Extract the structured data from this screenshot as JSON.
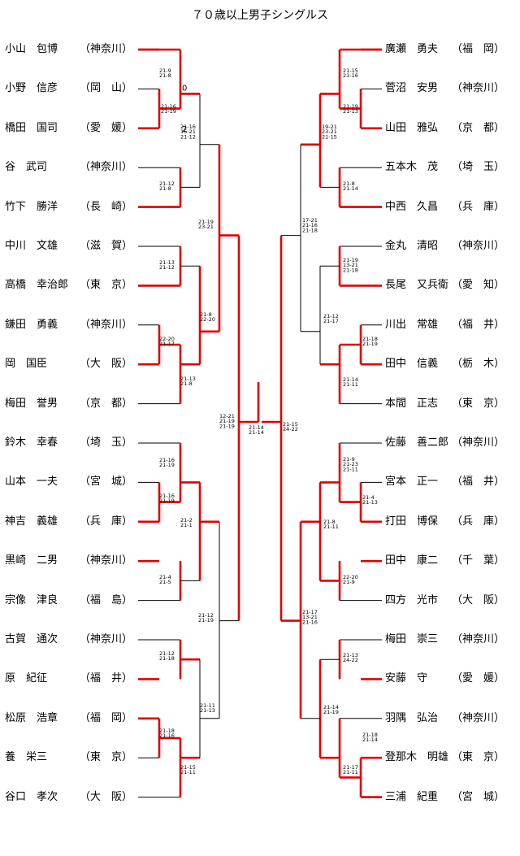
{
  "title": "７０歳以上男子シングルス",
  "left": [
    {
      "name": "小山　包博",
      "pref": "（神奈川）"
    },
    {
      "name": "小野　信彦",
      "pref": "（岡　山）"
    },
    {
      "name": "橋田　国司",
      "pref": "（愛　媛）"
    },
    {
      "name": "谷　武司",
      "pref": "（神奈川）"
    },
    {
      "name": "竹下　勝洋",
      "pref": "（長　崎）"
    },
    {
      "name": "中川　文雄",
      "pref": "（滋　賀）"
    },
    {
      "name": "高橋　幸治郎",
      "pref": "（東　京）"
    },
    {
      "name": "鎌田　勇義",
      "pref": "（神奈川）"
    },
    {
      "name": "岡　国臣",
      "pref": "（大　阪）"
    },
    {
      "name": "梅田　誉男",
      "pref": "（京　都）"
    },
    {
      "name": "鈴木　幸春",
      "pref": "（埼　玉）"
    },
    {
      "name": "山本　一夫",
      "pref": "（宮　城）"
    },
    {
      "name": "神吉　義雄",
      "pref": "（兵　庫）"
    },
    {
      "name": "黒崎　二男",
      "pref": "（神奈川）"
    },
    {
      "name": "宗像　津良",
      "pref": "（福　島）"
    },
    {
      "name": "古賀　通次",
      "pref": "（神奈川）"
    },
    {
      "name": "原　紀征",
      "pref": "（福　井）"
    },
    {
      "name": "松原　浩章",
      "pref": "（福　岡）"
    },
    {
      "name": "養　栄三",
      "pref": "（東　京）"
    },
    {
      "name": "谷口　孝次",
      "pref": "（大　阪）"
    }
  ],
  "right": [
    {
      "name": "廣瀬　勇夫",
      "pref": "（福　岡）"
    },
    {
      "name": "菅沼　安男",
      "pref": "（神奈川）"
    },
    {
      "name": "山田　雅弘",
      "pref": "（京　都）"
    },
    {
      "name": "五本木　茂",
      "pref": "（埼　玉）"
    },
    {
      "name": "中西　久昌",
      "pref": "（兵　庫）"
    },
    {
      "name": "金丸　清昭",
      "pref": "（神奈川）"
    },
    {
      "name": "長尾　又兵衛",
      "pref": "（愛　知）"
    },
    {
      "name": "川出　常雄",
      "pref": "（福　井）"
    },
    {
      "name": "田中　信義",
      "pref": "（栃　木）"
    },
    {
      "name": "本間　正志",
      "pref": "（東　京）"
    },
    {
      "name": "佐藤　善二郎",
      "pref": "（神奈川）"
    },
    {
      "name": "宮本　正一",
      "pref": "（福　井）"
    },
    {
      "name": "打田　博保",
      "pref": "（兵　庫）"
    },
    {
      "name": "田中　康二",
      "pref": "（千　葉）"
    },
    {
      "name": "四方　光市",
      "pref": "（大　阪）"
    },
    {
      "name": "梅田　崇三",
      "pref": "（神奈川）"
    },
    {
      "name": "安藤　守",
      "pref": "（愛　媛）"
    },
    {
      "name": "羽隅　弘治",
      "pref": "（神奈川）"
    },
    {
      "name": "登那木　明雄",
      "pref": "（東　京）"
    },
    {
      "name": "三浦　紀重",
      "pref": "（宮　城）"
    }
  ],
  "scores": {
    "l_p01": [
      "21-9",
      "21-8"
    ],
    "l_p23": [
      "21-16",
      "21-19"
    ],
    "l_q012": [
      "21-16",
      "16-21",
      "21-12"
    ],
    "l_q34": [
      "21-12",
      "21-8"
    ],
    "l_p56": [
      "21-13",
      "21-12"
    ],
    "l_p89": [
      "22-20",
      "21-17"
    ],
    "l_q789": [
      "21-13",
      "21-8"
    ],
    "l_o": [
      "21-8",
      "22-20"
    ],
    "l_s1": [
      "21-19",
      "23-21"
    ],
    "l_p1112": [
      "21-16",
      "21-19"
    ],
    "l_p1011": [
      "21-16",
      "21-19"
    ],
    "l_q": [
      "21-2",
      "21-1"
    ],
    "l_q1314": [
      "21-4",
      "21-5"
    ],
    "l_p1516": [
      "21-12",
      "21-18"
    ],
    "l_p1718": [
      "21-18",
      "21-16"
    ],
    "l_q1819": [
      "21-15",
      "21-11"
    ],
    "l_r": [
      "21-11",
      "21-13"
    ],
    "l_s2": [
      "21-12",
      "21-19"
    ],
    "l_sf": [
      "12-21",
      "21-19",
      "21-19"
    ],
    "final": [
      "21-14",
      "21-14"
    ],
    "r_sf": [
      "21-15",
      "24-22"
    ],
    "r_p01": [
      "21-15",
      "21-16"
    ],
    "r_p12": [
      "21-19",
      "21-13"
    ],
    "r_q": [
      "19-21",
      "23-21",
      "21-15"
    ],
    "r_q34": [
      "21-8",
      "21-14"
    ],
    "r_s1": [
      "17-21",
      "21-16",
      "21-18"
    ],
    "r_p56": [
      "21-19",
      "13-21",
      "21-18"
    ],
    "r_s1b": [
      "21-12",
      "21-17"
    ],
    "r_p78": [
      "21-18",
      "21-19"
    ],
    "r_p89": [
      "21-14",
      "21-11"
    ],
    "r_p1011": [
      "21-9",
      "21-23",
      "21-11"
    ],
    "r_p1112": [
      "21-4",
      "21-13"
    ],
    "r_q1012": [
      "21-8",
      "21-11"
    ],
    "r_q1314": [
      "22-20",
      "21-9"
    ],
    "r_s2": [
      "21-17",
      "13-21",
      "21-16"
    ],
    "r_p1516": [
      "21-13",
      "24-22"
    ],
    "r_p1718": [
      "21-18",
      "21-14"
    ],
    "r_q1719": [
      "21-14",
      "21-19"
    ],
    "r_q1819": [
      "21-17",
      "21-11"
    ]
  }
}
